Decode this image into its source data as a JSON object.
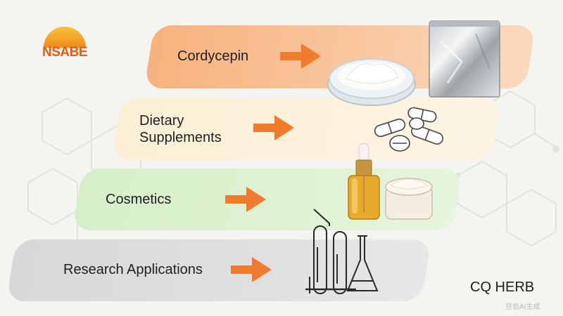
{
  "logo": {
    "text": "NSABE",
    "icon": "sun-icon"
  },
  "brand": "CQ HERB",
  "watermark": "豆包AI生成",
  "steps": [
    {
      "label": "Cordycepin",
      "icons": [
        "petri-dish-icon",
        "foil-pouch-icon"
      ]
    },
    {
      "label": "Dietary Supplements",
      "icons": [
        "capsule-icon",
        "tablet-icon"
      ]
    },
    {
      "label": "Cosmetics",
      "icons": [
        "dropper-bottle-icon",
        "cream-jar-icon"
      ]
    },
    {
      "label": "Research Applications",
      "icons": [
        "test-tube-icon",
        "flask-icon"
      ]
    }
  ],
  "colors": {
    "orange_band": "#f7b27d",
    "cream_band": "#fbefd6",
    "green_band": "#d6efc8",
    "gray_band": "#d8d8d8",
    "arrow": "#f07b2c",
    "logo": "#e55a12"
  }
}
